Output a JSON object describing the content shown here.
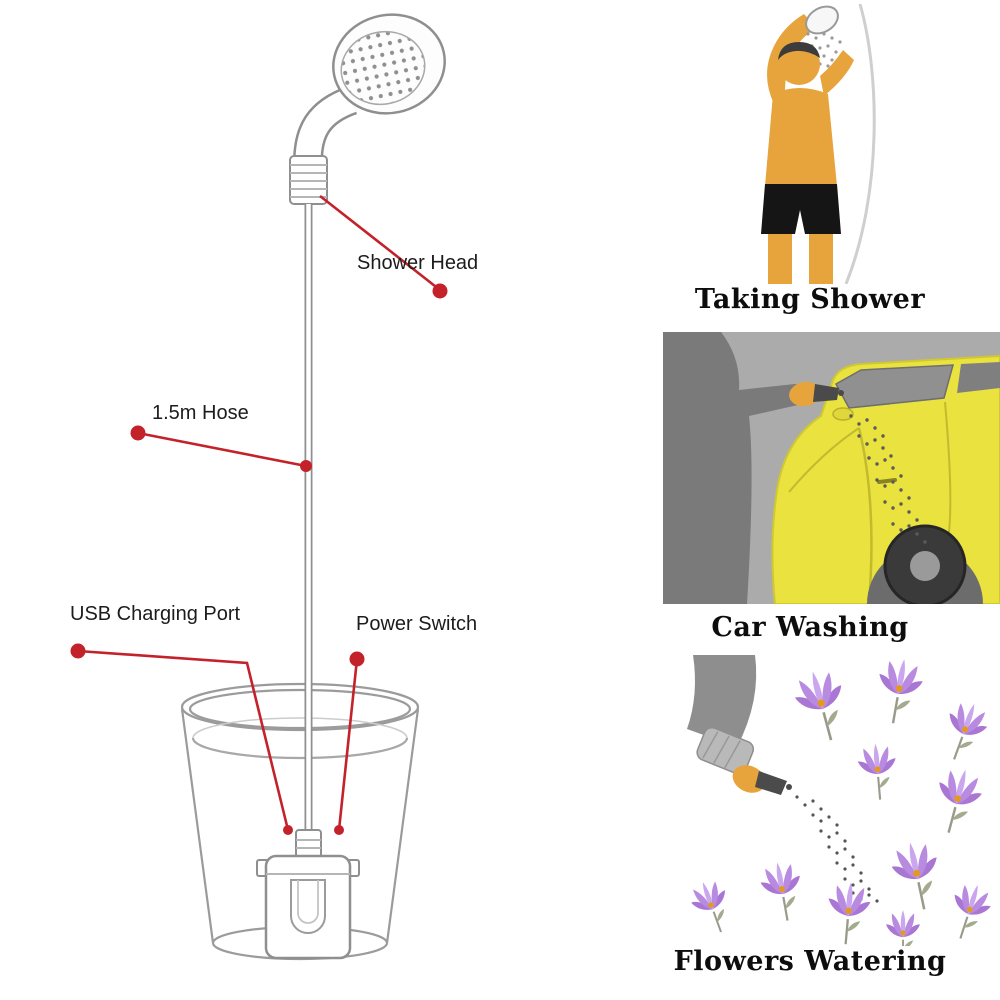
{
  "diagram": {
    "labels": {
      "shower_head": "Shower Head",
      "hose": "1.5m Hose",
      "usb_port": "USB Charging Port",
      "power_switch": "Power Switch"
    },
    "callout_color": "#c4222a",
    "line_color": "#8f8f8f"
  },
  "panels": [
    {
      "caption": "Taking Shower"
    },
    {
      "caption": "Car Washing"
    },
    {
      "caption": "Flowers Watering"
    }
  ],
  "colors": {
    "skin_orange": "#e7a33c",
    "car_yellow": "#e9e23f",
    "panel_gray_bg": "#ababab",
    "flower_purple": "#b88ae0",
    "shorts_black": "#151515"
  }
}
